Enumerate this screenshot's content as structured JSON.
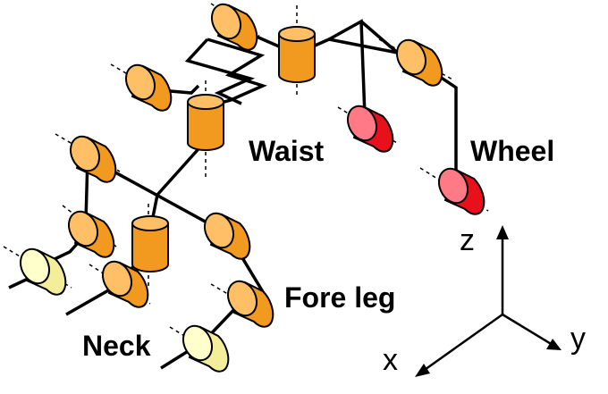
{
  "labels": {
    "waist": "Waist",
    "wheel": "Wheel",
    "fore_leg": "Fore leg",
    "neck": "Neck"
  },
  "axes": {
    "z": "z",
    "y": "y",
    "x": "x"
  },
  "colors": {
    "joint_orange_body": "#f29a1f",
    "joint_orange_face": "#ffbf66",
    "joint_red_body": "#e8111b",
    "joint_red_face": "#ff7a86",
    "joint_yellow_body": "#f2ee9a",
    "joint_yellow_face": "#ffffcc",
    "link": "#000000"
  }
}
